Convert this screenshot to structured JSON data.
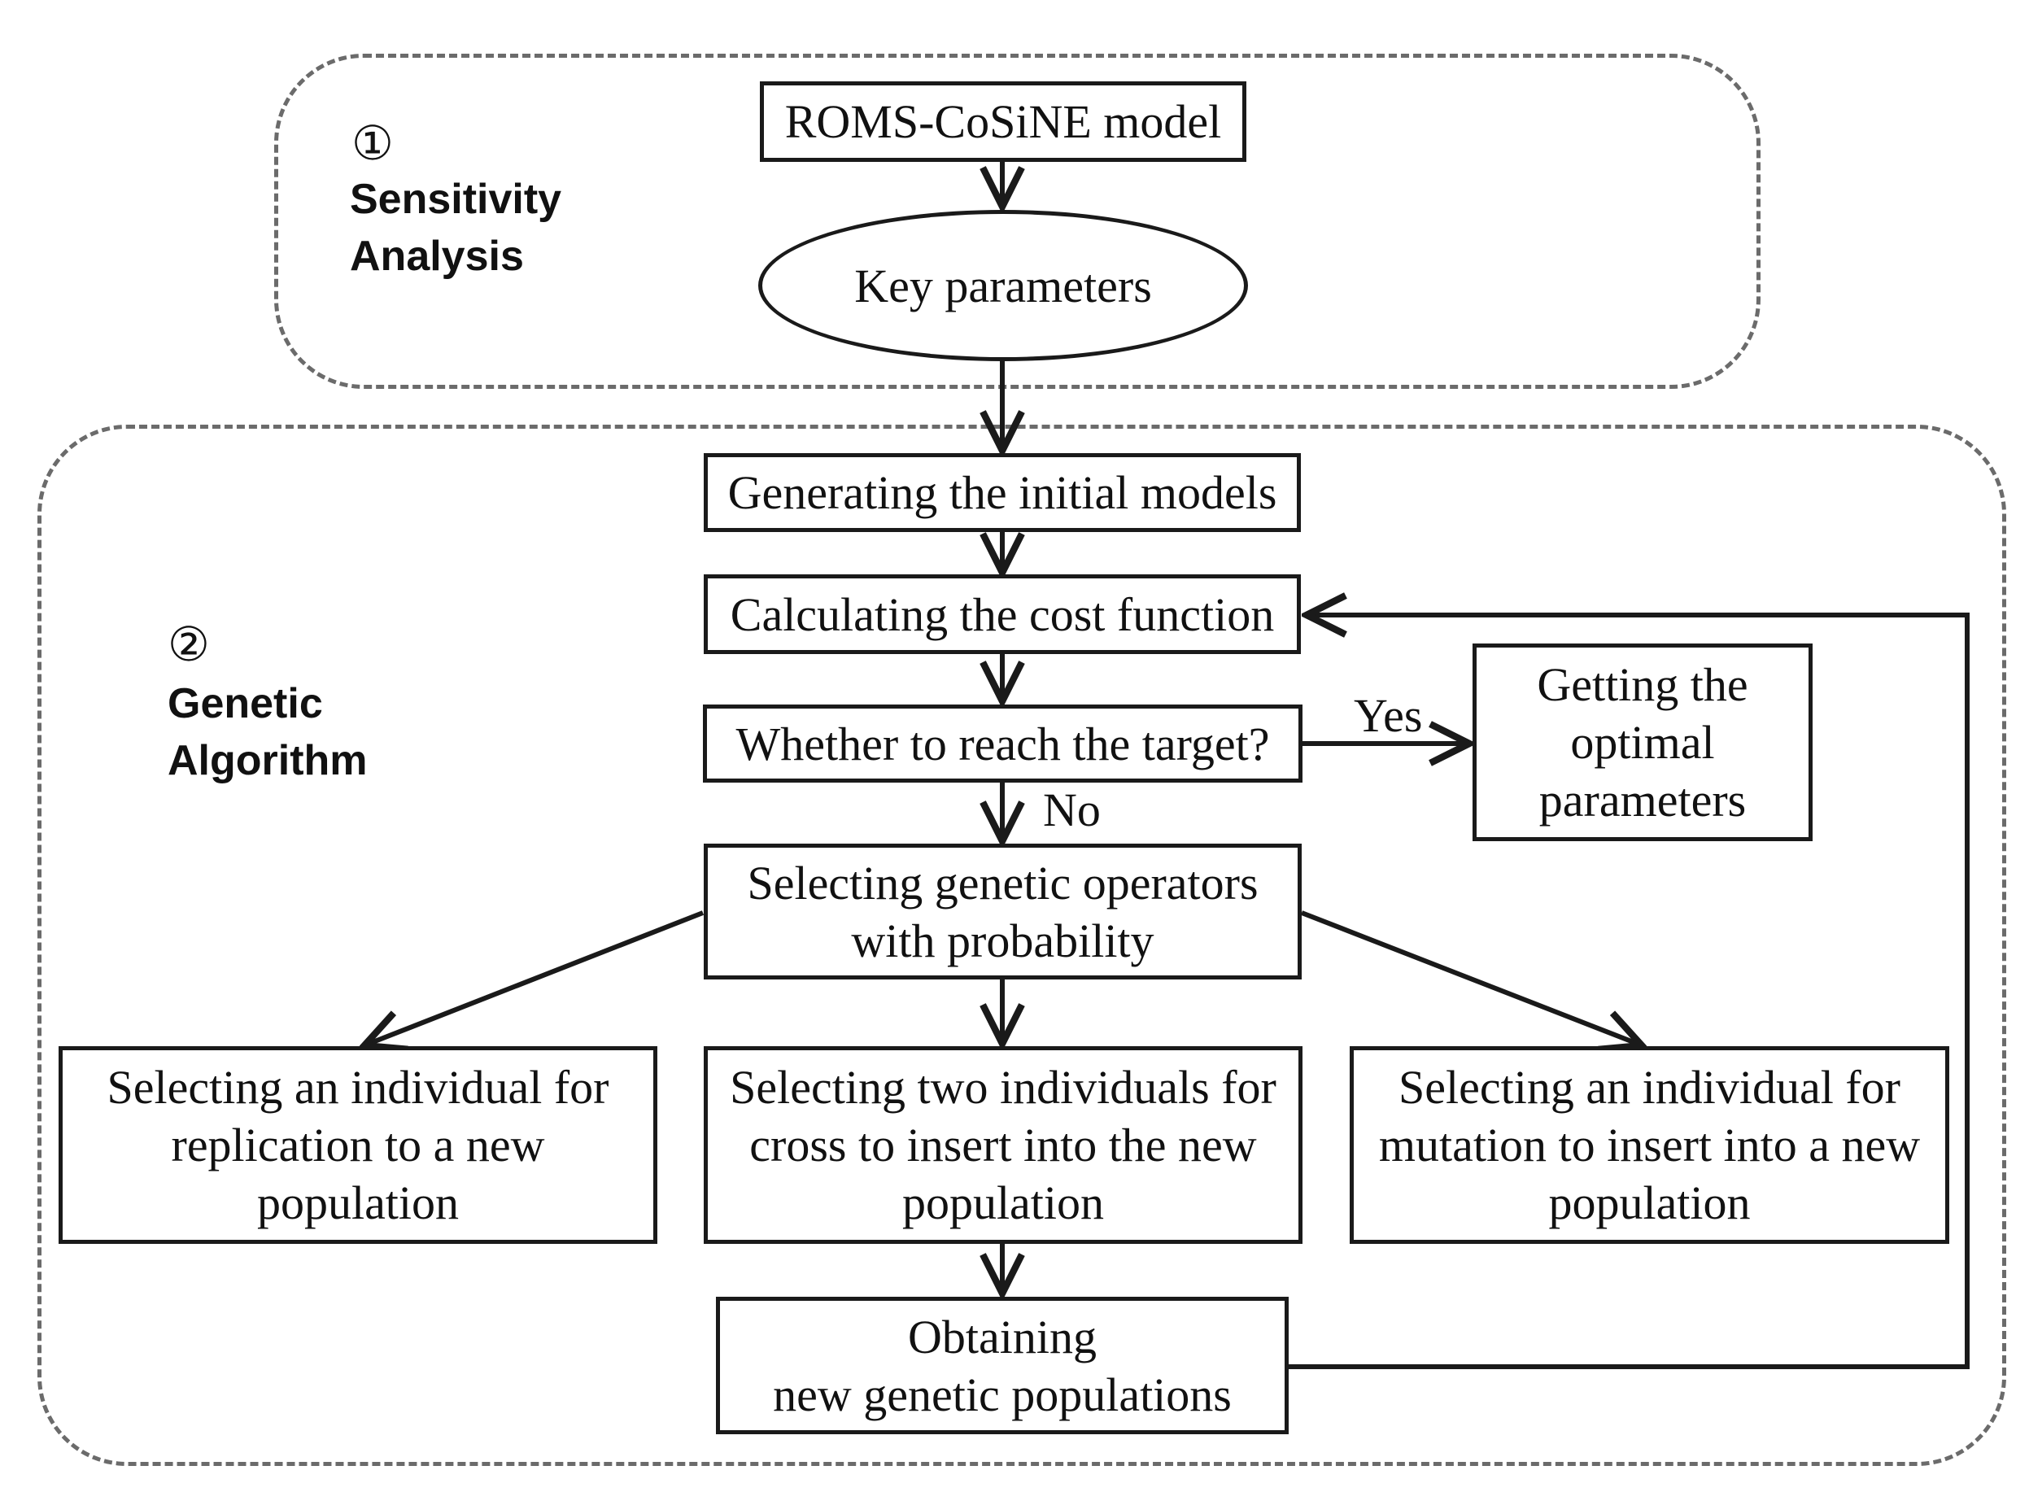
{
  "groups": {
    "sensitivity": {
      "number": "①",
      "title": "Sensitivity\nAnalysis"
    },
    "genetic": {
      "number": "②",
      "title": "Genetic\nAlgorithm"
    }
  },
  "nodes": {
    "roms": "ROMS-CoSiNE model",
    "key_params": "Key parameters",
    "init_models": "Generating the initial models",
    "cost_function": "Calculating the cost function",
    "reach_target": "Whether to reach the target?",
    "optimal": "Getting the\noptimal\nparameters",
    "select_ops": "Selecting genetic operators\nwith probability",
    "replication": "Selecting an individual for\nreplication to a new\npopulation",
    "cross": "Selecting two individuals for\ncross to insert into the new\npopulation",
    "mutation": "Selecting an individual for\nmutation to insert into a new\npopulation",
    "new_pop": "Obtaining\nnew genetic populations"
  },
  "edge_labels": {
    "yes": "Yes",
    "no": "No"
  },
  "colors": {
    "line": "#1a1a1a",
    "dashed_border": "#6b6b6b"
  }
}
